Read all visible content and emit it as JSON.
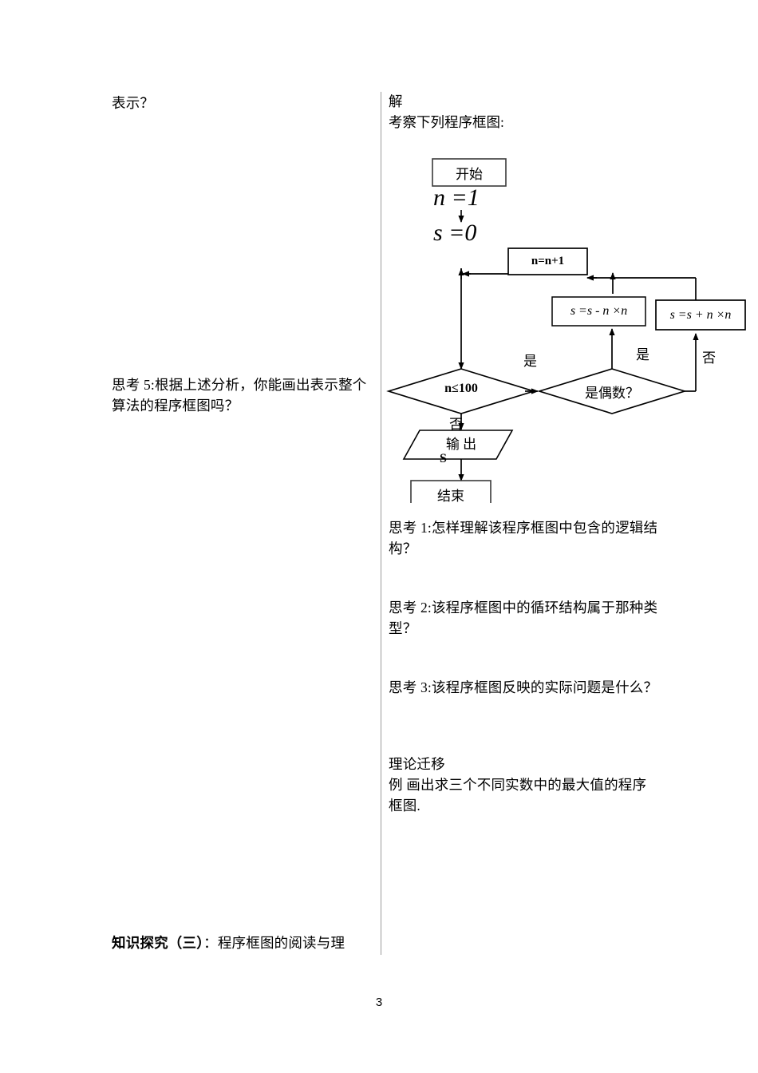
{
  "document": {
    "page_number": "3",
    "left_column": {
      "top_text": "表示？",
      "thinking5": "思考 5:根据上述分析，你能画出表示整个算法的程序框图吗？",
      "bottom_heading_bold": "知识探究（三）",
      "bottom_heading_rest": "：程序框图的阅读与理"
    },
    "right_column": {
      "answer_label": "解",
      "intro": "考察下列程序框图:",
      "questions": [
        "思考 1:怎样理解该程序框图中包含的逻辑结构？",
        "思考 2:该程序框图中的循环结构属于那种类型？",
        "思考 3:该程序框图反映的实际问题是什么？"
      ],
      "theory_label": "理论迁移",
      "example": "例 画出求三个不同实数中的最大值的程序框图."
    }
  },
  "flowchart": {
    "nodes": {
      "start": "开始",
      "init_n": "n =1",
      "init_s": "s =0",
      "increment": "n=n+1",
      "subtract": "s =s -  n ×n",
      "add": "s =s + n ×n",
      "condition_loop": "n≤100",
      "condition_even": "是偶数？",
      "output": "输 出",
      "output_var": "S",
      "end": "结束"
    },
    "edge_labels": {
      "loop_yes": "是",
      "loop_no": "否",
      "even_yes": "是",
      "even_no": "否"
    },
    "colors": {
      "stroke": "#000000",
      "box_border": "#3a3a3a",
      "fill": "#ffffff"
    }
  }
}
